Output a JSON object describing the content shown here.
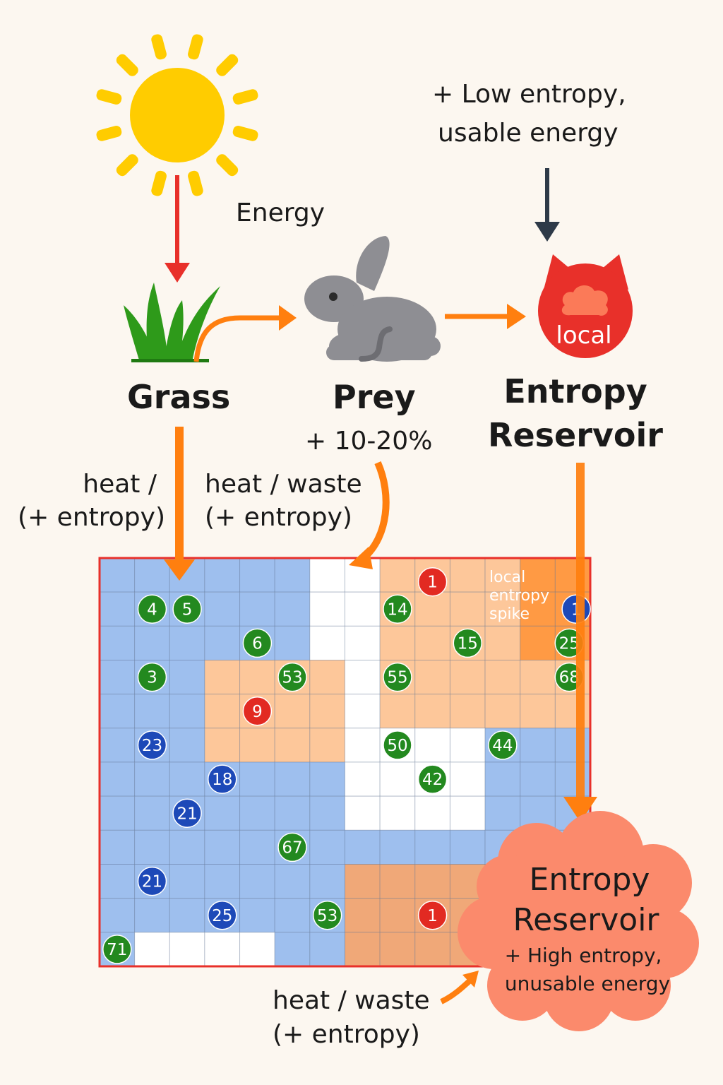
{
  "colors": {
    "background": "#fcf7f0",
    "sun": "#ffcc00",
    "energy_arrow": "#e8302a",
    "flow_arrow": "#ff7f0f",
    "dark_arrow": "#2e3a48",
    "grass": "#2e9a1a",
    "rabbit": "#8e8e93",
    "reservoir_red": "#e8302a",
    "cloud": "#fb8a6c",
    "grid_border": "#e8302a",
    "cell_blue": "#9ebfee",
    "cell_white": "#ffffff",
    "cell_peach": "#fdc79a",
    "cell_orange": "#ff9a44",
    "cell_tan": "#f0a878",
    "badge_green": "#23891f",
    "badge_blue": "#1d49b8",
    "badge_red": "#e22a22"
  },
  "icons": {
    "sun": "sun-icon",
    "grass": "grass-icon",
    "rabbit": "rabbit-icon",
    "reservoir": "reservoir-cat-icon"
  },
  "labels": {
    "energy": "Energy",
    "low_entropy_line1": "+ Low entropy,",
    "low_entropy_line2": "usable energy",
    "grass": "Grass",
    "prey": "Prey",
    "prey_pct": "+ 10-20%",
    "local": "local",
    "entropy_reservoir_top_line1": "Entropy",
    "entropy_reservoir_top_line2": "Reservoir",
    "heat_grass_line1": "heat /",
    "heat_grass_line2": "(+ entropy)",
    "heat_prey_line1": "heat / waste",
    "heat_prey_line2": "(+ entropy)",
    "spike_line1": "local",
    "spike_line2": "entropy",
    "spike_line3": "spike",
    "cloud_line1": "Entropy",
    "cloud_line2": "Reservoir",
    "cloud_line3": "+ High entropy,",
    "cloud_line4": "unusable energy",
    "heat_bottom_line1": "heat / waste",
    "heat_bottom_line2": "(+ entropy)"
  },
  "grid": {
    "rows": 12,
    "cols": 14,
    "cells": [
      "bbbbbbwwppppoo",
      "bbbbbbwwppppoo",
      "bbbbbbwwppppoo",
      "bbbppppwpppppp",
      "bbbppppwpppppp",
      "bbbppppwwwwbbb",
      "bbbbbbbwwwwbbb",
      "bbbbbbbwwwwbbb",
      "bbbbbbbbbbbbbb",
      "bbbbbbbttttbbb",
      "bbbbbbbttttbbb",
      "bwwwwbbttttbbb"
    ],
    "legend_codes": {
      "b": "blue",
      "w": "white",
      "p": "peach",
      "o": "orange",
      "t": "tan"
    },
    "badges": [
      {
        "label": "1",
        "color": "red",
        "col": 9.5,
        "row": 0.7
      },
      {
        "label": "4",
        "color": "green",
        "col": 1.5,
        "row": 1.5
      },
      {
        "label": "5",
        "color": "green",
        "col": 2.5,
        "row": 1.5
      },
      {
        "label": "14",
        "color": "green",
        "col": 8.5,
        "row": 1.5
      },
      {
        "label": "1",
        "color": "blue",
        "col": 13.6,
        "row": 1.5
      },
      {
        "label": "6",
        "color": "green",
        "col": 4.5,
        "row": 2.5
      },
      {
        "label": "15",
        "color": "green",
        "col": 10.5,
        "row": 2.5
      },
      {
        "label": "25",
        "color": "green",
        "col": 13.4,
        "row": 2.5
      },
      {
        "label": "3",
        "color": "green",
        "col": 1.5,
        "row": 3.5
      },
      {
        "label": "53",
        "color": "green",
        "col": 5.5,
        "row": 3.5
      },
      {
        "label": "55",
        "color": "green",
        "col": 8.5,
        "row": 3.5
      },
      {
        "label": "68",
        "color": "green",
        "col": 13.4,
        "row": 3.5
      },
      {
        "label": "9",
        "color": "red",
        "col": 4.5,
        "row": 4.5
      },
      {
        "label": "23",
        "color": "blue",
        "col": 1.5,
        "row": 5.5
      },
      {
        "label": "50",
        "color": "green",
        "col": 8.5,
        "row": 5.5
      },
      {
        "label": "44",
        "color": "green",
        "col": 11.5,
        "row": 5.5
      },
      {
        "label": "18",
        "color": "blue",
        "col": 3.5,
        "row": 6.5
      },
      {
        "label": "42",
        "color": "green",
        "col": 9.5,
        "row": 6.5
      },
      {
        "label": "21",
        "color": "blue",
        "col": 2.5,
        "row": 7.5
      },
      {
        "label": "67",
        "color": "green",
        "col": 5.5,
        "row": 8.5
      },
      {
        "label": "21",
        "color": "blue",
        "col": 1.5,
        "row": 9.5
      },
      {
        "label": "25",
        "color": "blue",
        "col": 3.5,
        "row": 10.5
      },
      {
        "label": "53",
        "color": "green",
        "col": 6.5,
        "row": 10.5
      },
      {
        "label": "1",
        "color": "red",
        "col": 9.5,
        "row": 10.5
      },
      {
        "label": "71",
        "color": "green",
        "col": 0.5,
        "row": 11.5
      }
    ]
  }
}
